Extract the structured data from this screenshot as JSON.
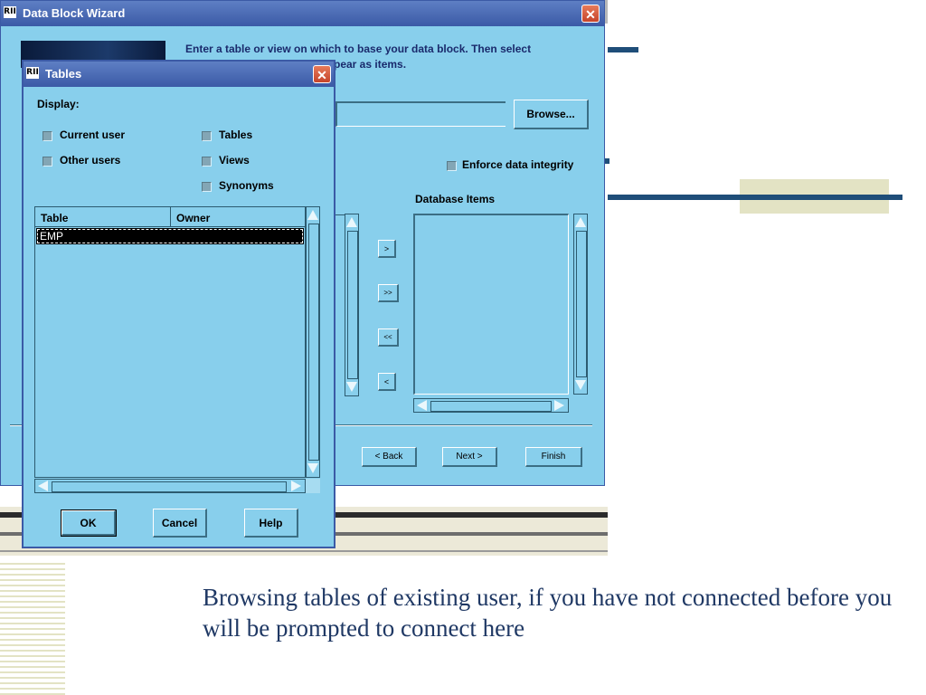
{
  "wizard": {
    "title": "Data Block Wizard",
    "instructions": "Enter a table or view on which to base your data block. Then select",
    "instructions_tail": "pear as items.",
    "browse_label": "Browse...",
    "enforce_label": "Enforce data integrity",
    "database_items_label": "Database Items",
    "move_right_label": ">",
    "move_all_right_label": ">>",
    "move_all_left_label": "<<",
    "move_left_label": "<",
    "back_label": "< Back",
    "next_label": "Next >",
    "finish_label": "Finish"
  },
  "tables_dialog": {
    "title": "Tables",
    "display_label": "Display:",
    "checkboxes": {
      "current_user": "Current user",
      "other_users": "Other users",
      "tables": "Tables",
      "views": "Views",
      "synonyms": "Synonyms"
    },
    "columns": {
      "table": "Table",
      "owner": "Owner"
    },
    "rows": [
      {
        "table": "EMP",
        "owner": ""
      }
    ],
    "ok_label": "OK",
    "cancel_label": "Cancel",
    "help_label": "Help"
  },
  "caption": "Browsing tables of existing user, if you have not connected before you will be prompted to connect here",
  "icons": [
    "window-app-icon",
    "close-icon",
    "scroll-up-arrow-icon",
    "scroll-down-arrow-icon",
    "scroll-left-arrow-icon",
    "scroll-right-arrow-icon"
  ],
  "colors": {
    "panel": "#88cfec",
    "titlebar": "#3b5aa6",
    "close_button": "#c5442a",
    "caption_text": "#1f3864",
    "slide_accent": "#1f4e79",
    "slide_block": "#e3e3c4"
  }
}
